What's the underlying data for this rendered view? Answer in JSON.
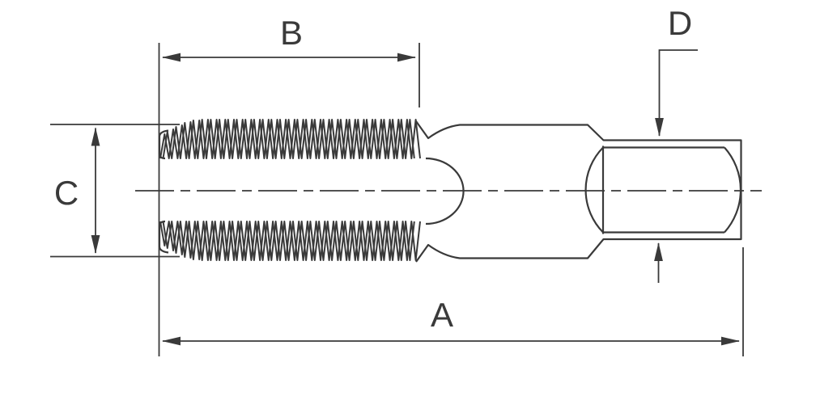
{
  "drawing": {
    "background_color": "#ffffff",
    "line_color": "#3a3a3a",
    "subject": "tap-side-view",
    "labels": {
      "overall_length": "A",
      "thread_length": "B",
      "diameter": "C",
      "square_drive": "D"
    }
  }
}
